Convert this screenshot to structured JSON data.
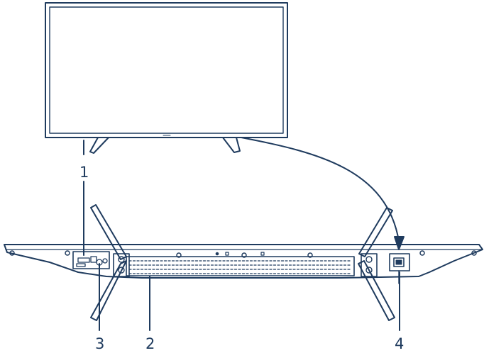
{
  "colors": {
    "line": "#1f3b5e",
    "background": "#ffffff"
  },
  "callouts": [
    {
      "id": "1",
      "label": "1"
    },
    {
      "id": "2",
      "label": "2"
    },
    {
      "id": "3",
      "label": "3"
    },
    {
      "id": "4",
      "label": "4"
    }
  ]
}
